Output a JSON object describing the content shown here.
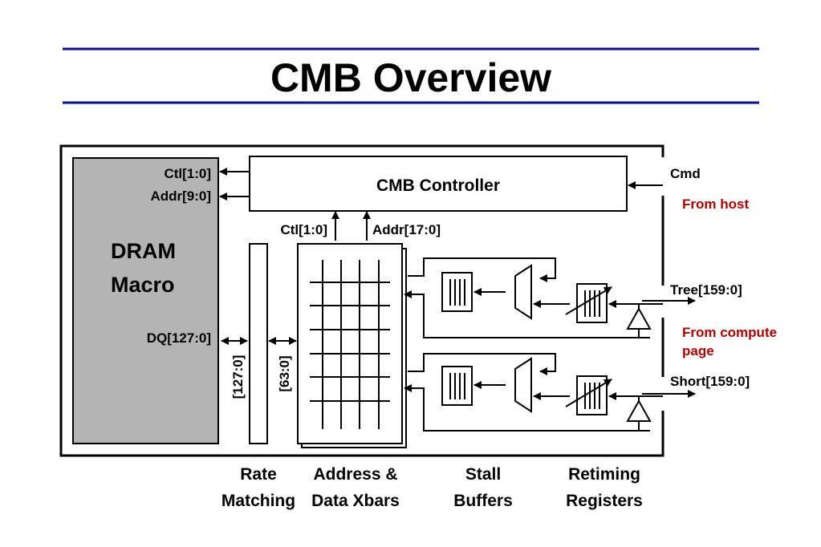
{
  "title": "CMB Overview",
  "colors": {
    "rule": "#0a0aa0",
    "dram_fill": "#b4b4b4",
    "host_text": "#b00000",
    "stroke": "#000000"
  },
  "dram": {
    "line1": "DRAM",
    "line2": "Macro",
    "ctl": "Ctl[1:0]",
    "addr": "Addr[9:0]",
    "dq": "DQ[127:0]"
  },
  "controller": {
    "label": "CMB Controller",
    "ctl_out": "Ctl[1:0]",
    "addr_out": "Addr[17:0]"
  },
  "buses": {
    "rate_width": "[127:0]",
    "xbar_width": "[63:0]"
  },
  "external": {
    "cmd": "Cmd",
    "from_host": "From host",
    "tree": "Tree[159:0]",
    "from_compute_1": "From compute",
    "from_compute_2": "page",
    "short": "Short[159:0]"
  },
  "captions": {
    "rate_1": "Rate",
    "rate_2": "Matching",
    "xbar_1": "Address &",
    "xbar_2": "Data Xbars",
    "stall_1": "Stall",
    "stall_2": "Buffers",
    "retime_1": "Retiming",
    "retime_2": "Registers"
  }
}
